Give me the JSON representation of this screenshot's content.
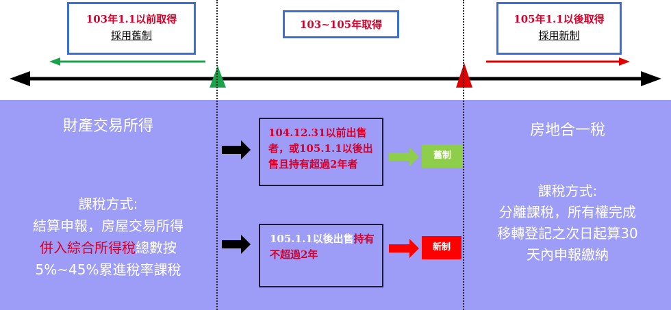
{
  "top": {
    "left_box": {
      "line1": "103年1.1以前取得",
      "line2": "採用舊制"
    },
    "middle_box": {
      "text": "103~105年取得"
    },
    "right_box": {
      "line1": "105年1.1以後取得",
      "line2": "採用新制"
    }
  },
  "left_panel": {
    "title": "財產交易所得",
    "method_heading": "課稅方式:",
    "line1": "結算申報，房屋交易所得",
    "line2_red": "併入綜合所得稅",
    "line2_rest": "總數按",
    "line3": "5%~45%累進稅率課稅"
  },
  "right_panel": {
    "title": "房地合一稅",
    "method_heading": "課稅方式:",
    "line1": "分離課稅，所有權完成",
    "line2": "移轉登記之次日起算30",
    "line3": "天內申報繳納"
  },
  "center": {
    "case1": {
      "text_a": "104.12.31以前出售者，或105.1.1以後出售且持有超過2年者",
      "result": "舊制"
    },
    "case2": {
      "text_a": "105.1.1以後出售",
      "text_b_red": "持有不超過2年",
      "result": "新制"
    }
  },
  "colors": {
    "band": "#9d9cf7",
    "box_border": "#3a6fd8",
    "red": "#d6002a",
    "green": "#1aa34a",
    "old_tag": "#8fce4a",
    "new_tag": "#ff0000"
  },
  "icons": {
    "timeline": "double-arrow",
    "marker_left": "green-triangle",
    "marker_right": "red-triangle"
  }
}
